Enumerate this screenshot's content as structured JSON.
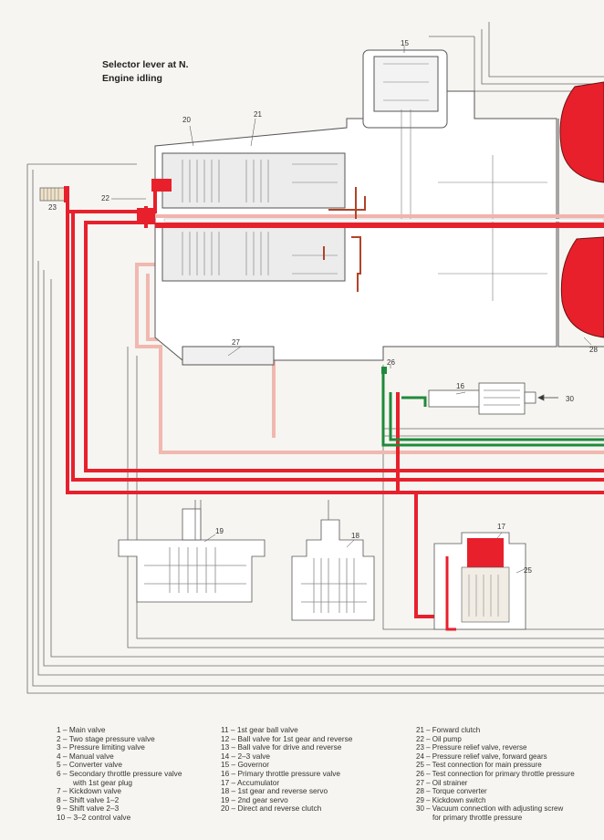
{
  "caption": {
    "line1": "Selector lever at N.",
    "line2": "Engine idling"
  },
  "callouts": {
    "c15": "15",
    "c20": "20",
    "c21": "21",
    "c22": "22",
    "c23": "23",
    "c27": "27",
    "c28": "28",
    "c26": "26",
    "c16": "16",
    "c30": "30",
    "c19": "19",
    "c18": "18",
    "c17": "17",
    "c25": "25"
  },
  "legend": {
    "col1": [
      "1 – Main valve",
      "2 – Two stage pressure valve",
      "3 – Pressure limiting valve",
      "4 – Manual valve",
      "5 – Converter valve",
      "6 – Secondary throttle pressure valve",
      "with 1st gear plug",
      "7 – Kickdown valve",
      "8 – Shift valve 1–2",
      "9 – Shift valve 2–3",
      "10 – 3–2 control valve"
    ],
    "col2": [
      "11 – 1st gear ball valve",
      "12 – Ball valve for 1st gear and reverse",
      "13 – Ball valve for drive and reverse",
      "14 – 2–3 valve",
      "15 – Governor",
      "16 – Primary throttle pressure valve",
      "17 – Accumulator",
      "18 – 1st gear and reverse servo",
      "19 – 2nd gear servo",
      "20 – Direct and reverse clutch"
    ],
    "col3": [
      "21 – Forward clutch",
      "22 – Oil pump",
      "23 – Pressure relief valve, reverse",
      "24 – Pressure relief valve, forward gears",
      "25 – Test connection for main pressure",
      "26 – Test connection for primary throttle pressure",
      "27 – Oil strainer",
      "28 – Torque converter",
      "29 – Kickdown switch",
      "30 – Vacuum connection with adjusting screw",
      "for primary throttle pressure"
    ]
  },
  "colors": {
    "main_pressure": "#e8202c",
    "throttle_pressure": "#1f8a3a",
    "lubrication": "#f1b8b0",
    "drain": "#b04428",
    "outline": "#555555",
    "paper": "#f6f5f1"
  }
}
